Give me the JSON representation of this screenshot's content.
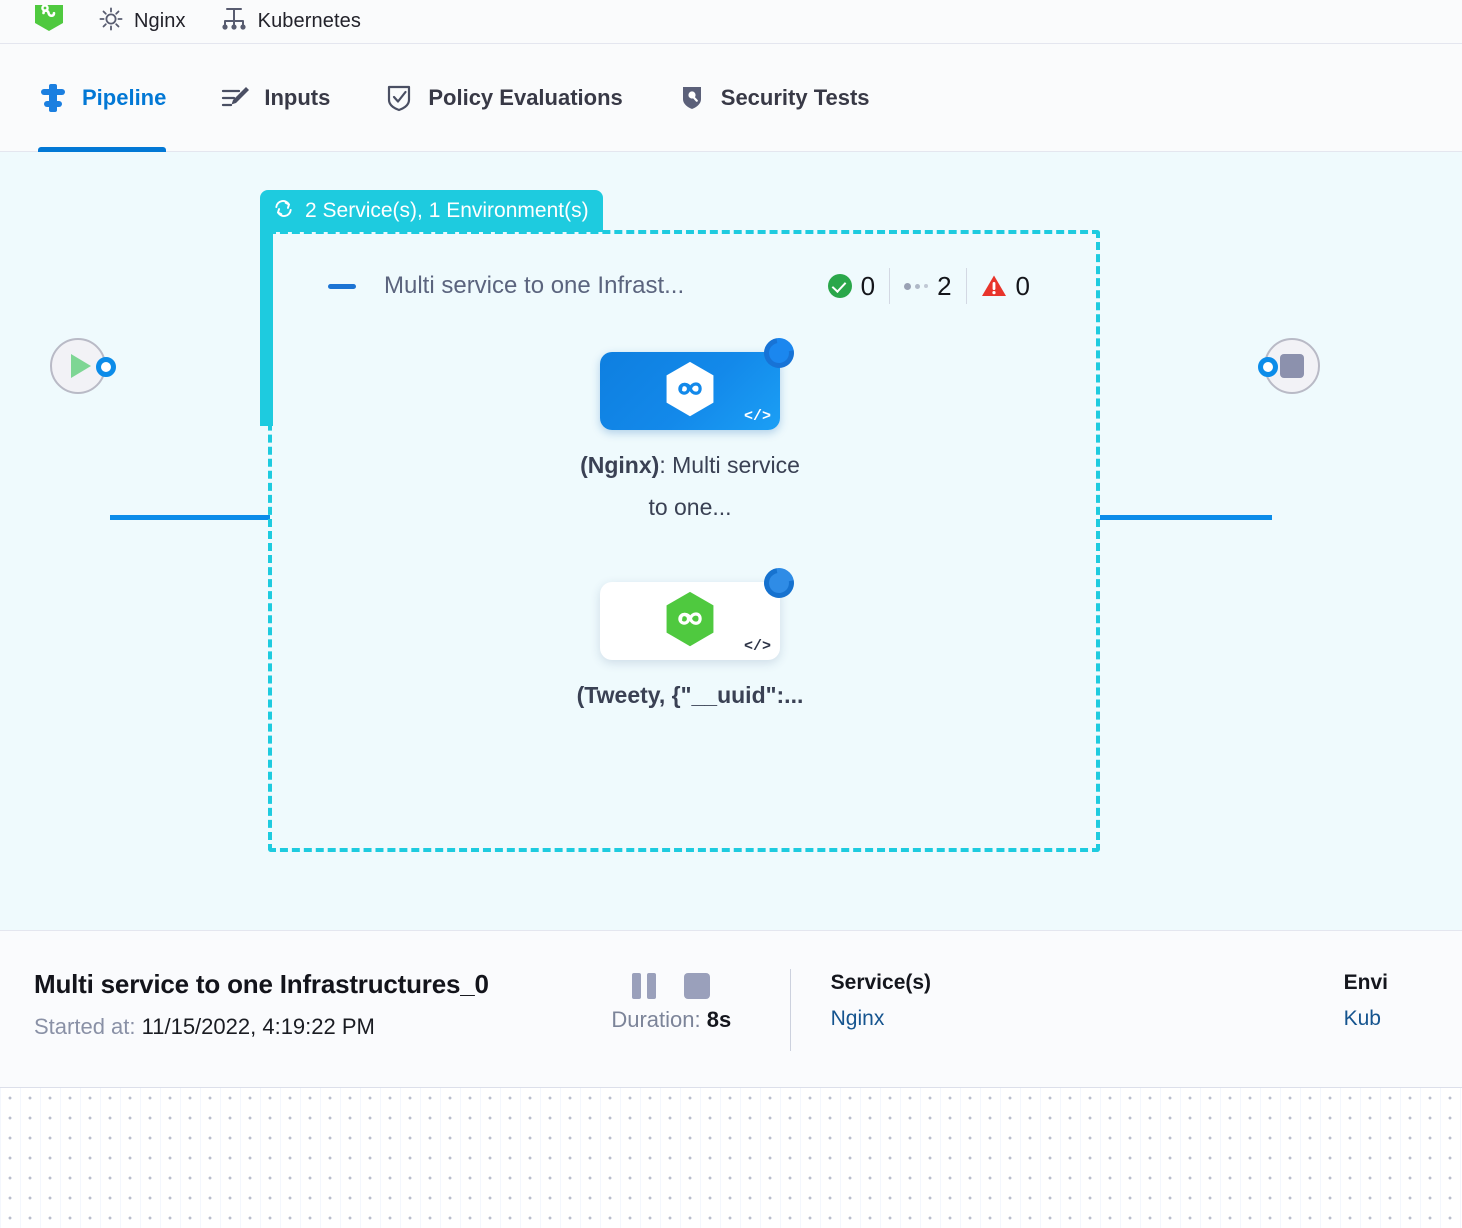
{
  "breadcrumb": {
    "items": [
      {
        "icon": "hexagon-logo-icon",
        "label": ""
      },
      {
        "icon": "gear-icon",
        "label": "Nginx"
      },
      {
        "icon": "kubernetes-icon",
        "label": "Kubernetes"
      }
    ]
  },
  "tabs": [
    {
      "id": "pipeline",
      "label": "Pipeline",
      "icon": "pipeline-icon",
      "active": true
    },
    {
      "id": "inputs",
      "label": "Inputs",
      "icon": "inputs-pencil-icon",
      "active": false
    },
    {
      "id": "policy-evaluations",
      "label": "Policy Evaluations",
      "icon": "shield-check-icon",
      "active": false
    },
    {
      "id": "security-tests",
      "label": "Security Tests",
      "icon": "shield-lock-icon",
      "active": false
    }
  ],
  "pipeline": {
    "group_label": "2 Service(s), 1 Environment(s)",
    "group_label_icon": "rotate-loop-icon",
    "group_title": "Multi service to one Infrast...",
    "counters": [
      {
        "id": "success",
        "icon": "check-circle-icon",
        "value": "0"
      },
      {
        "id": "running",
        "icon": "dots-icon",
        "value": "2"
      },
      {
        "id": "failed",
        "icon": "warning-triangle-icon",
        "value": "0"
      }
    ],
    "start_node": {
      "icon": "play-icon",
      "name": "start-node"
    },
    "end_node": {
      "icon": "stop-icon",
      "name": "end-node"
    },
    "nodes": [
      {
        "id": "node-nginx",
        "theme": "blue",
        "hex_color": "#ffffff",
        "status_icon": "running-spinner-icon",
        "code_glyph": "</>",
        "label_bold": "(Nginx)",
        "label_rest": ": Multi service to one..."
      },
      {
        "id": "node-tweety",
        "theme": "white",
        "hex_color": "#4fc93f",
        "status_icon": "running-spinner-icon",
        "code_glyph": "</>",
        "label_bold": "(Tweety, {\"__uuid\":...",
        "label_rest": ""
      }
    ]
  },
  "detail": {
    "title": "Multi service to one Infrastructures_0",
    "started_key": "Started at:",
    "started_value": "11/15/2022, 4:19:22 PM",
    "pause_label": "pause-button",
    "stop_label": "stop-button",
    "duration_key": "Duration:",
    "duration_value": "8s",
    "columns": [
      {
        "id": "services",
        "heading": "Service(s)",
        "link": "Nginx"
      },
      {
        "id": "environments",
        "heading": "Envi",
        "link": "Kub"
      }
    ]
  },
  "colors": {
    "accent_blue": "#0278d5",
    "group_cyan": "#1ecbdf",
    "canvas_bg": "#effafd",
    "success_green": "#2aa74a",
    "error_red": "#e8342b",
    "link_blue": "#15548f"
  }
}
